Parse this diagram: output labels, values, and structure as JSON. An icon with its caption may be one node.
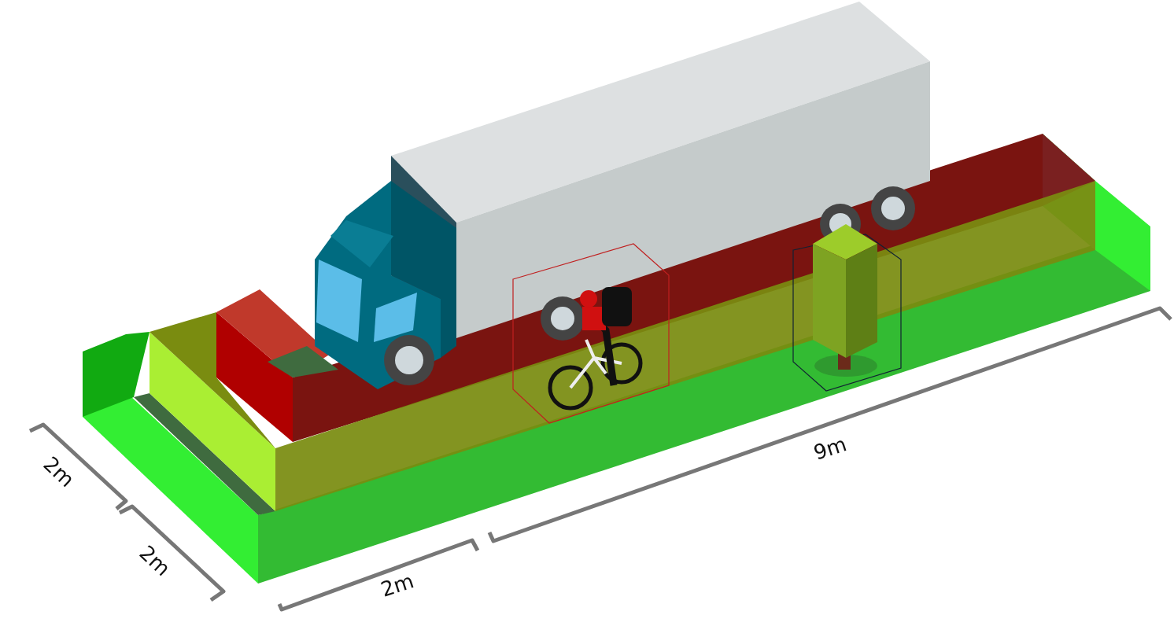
{
  "diagram": {
    "labels": [
      "9m",
      "2m",
      "2m",
      "2m"
    ]
  }
}
